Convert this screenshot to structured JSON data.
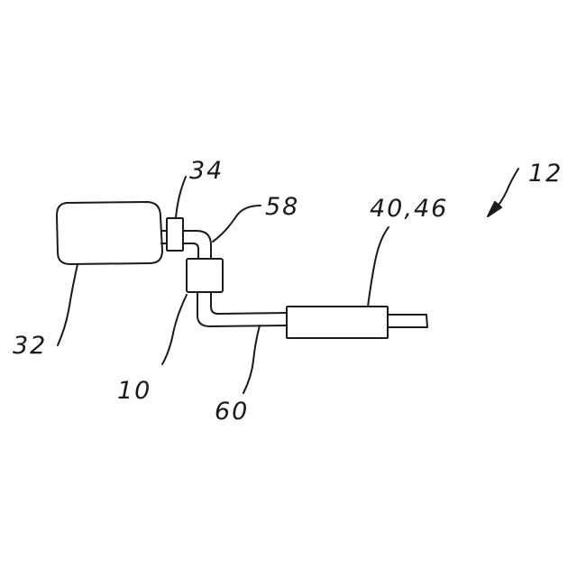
{
  "diagram": {
    "labels": {
      "system": "12",
      "engine": "32",
      "sensor": "34",
      "module": "10",
      "pipe_upstream": "58",
      "pipe_downstream": "60",
      "muffler": "40,46"
    }
  }
}
